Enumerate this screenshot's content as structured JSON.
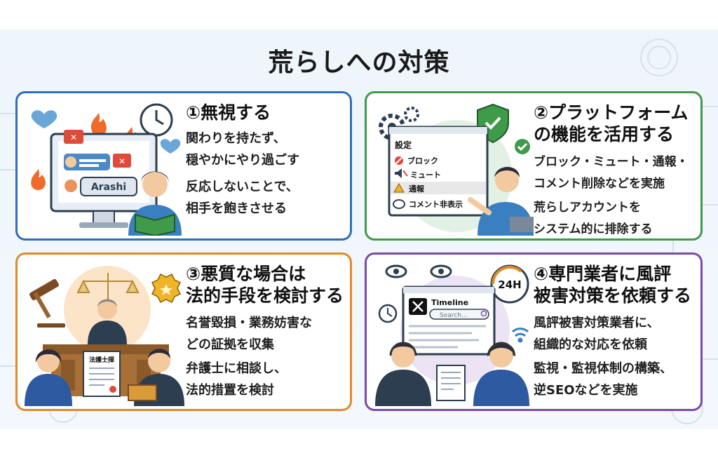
{
  "title": "荒らしへの対策",
  "cards": [
    {
      "heading": "①無視する",
      "points": [
        "関わりを持たず、",
        "穏やかにやり過ごす",
        "反応しないことで、",
        "相手を飽きさせる"
      ],
      "screen_label": "Arashi"
    },
    {
      "heading_line1": "②プラットフォーム",
      "heading_line2": "の機能を活用する",
      "points": [
        "ブロック・ミュート・通報・",
        "コメント削除などを実施",
        "荒らしアカウントを",
        "システム的に排除する"
      ],
      "menu_title": "設定",
      "menu_items": [
        "ブロック",
        "ミュート",
        "通報",
        "コメント非表示"
      ]
    },
    {
      "heading_line1": "③悪質な場合は",
      "heading_line2": "法的手段を検討する",
      "points": [
        "名誉毀損・業務妨害な",
        "どの証拠を収集",
        "弁護士に相談し、",
        "法的措置を検討"
      ],
      "document_label": "法護士揮"
    },
    {
      "heading_line1": "④専門業者に風評",
      "heading_line2": "被害対策を依頼する",
      "points": [
        "風評被害対策業者に、",
        "組織的な対応を依頼",
        "監視・監視体制の構築、",
        "逆SEOなどを実施"
      ],
      "timeline_label": "Timeline",
      "search_placeholder": "Search...",
      "clock_badge": "24H"
    }
  ],
  "colors": {
    "card1_border": "#2f6fb5",
    "card2_border": "#3f9a4a",
    "card3_border": "#e08a2a",
    "card4_border": "#7a4aa8"
  }
}
